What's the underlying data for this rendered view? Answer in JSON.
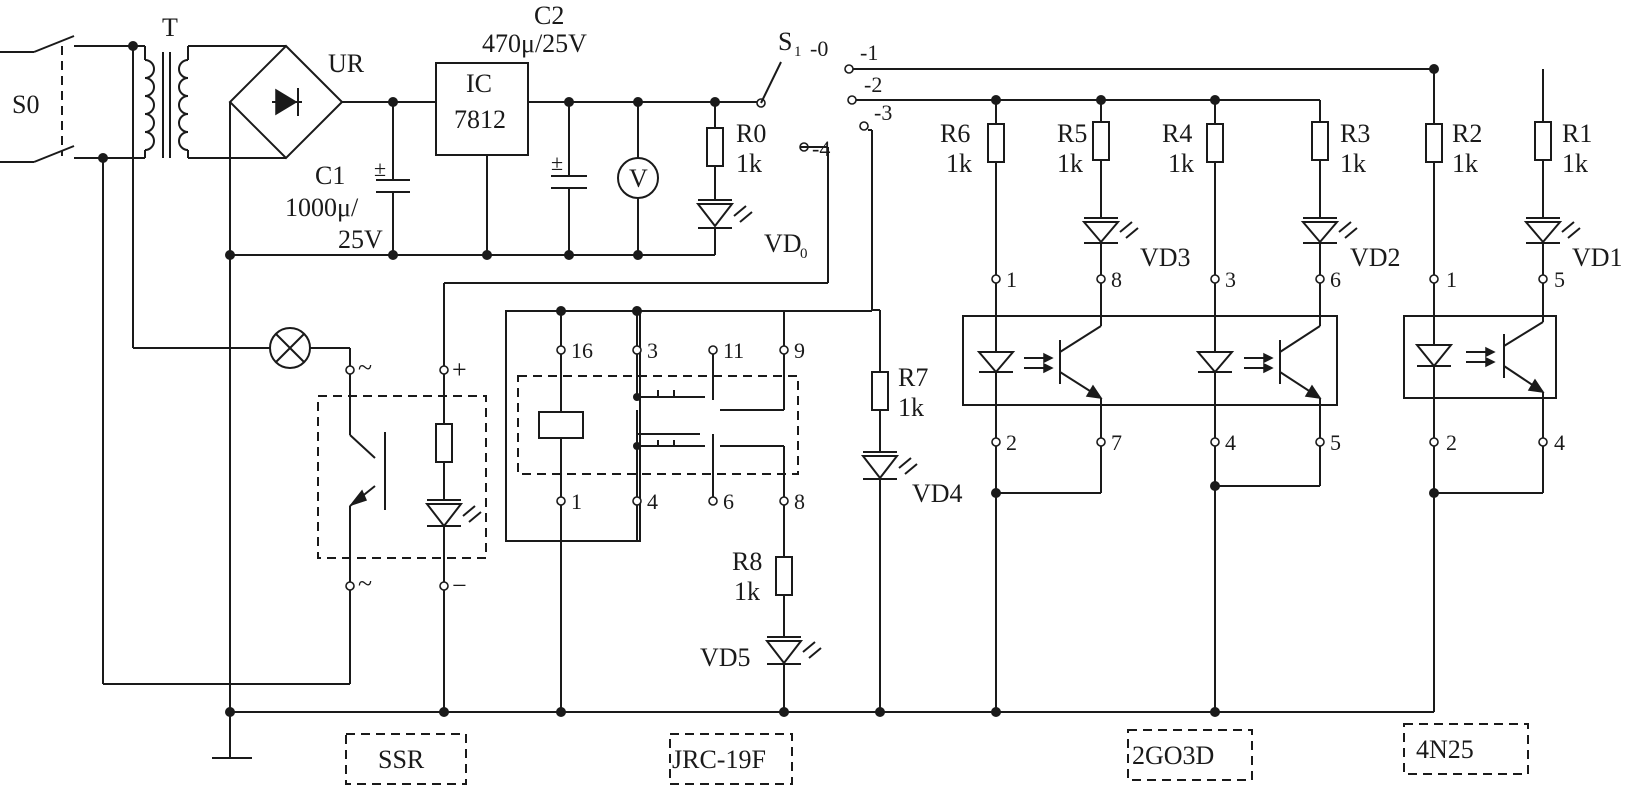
{
  "diagram": {
    "labels": {
      "s0": "S0",
      "t": "T",
      "ur": "UR",
      "c1": "C1",
      "c1_value": "1000μ/",
      "c1_voltage": "25V",
      "c2": "C2",
      "c2_value": "470μ/25V",
      "ic": "IC",
      "ic_part": "7812",
      "voltmeter": "V",
      "switch": "S",
      "switch_sub": "1",
      "pos0": "-0",
      "pos1": "-1",
      "pos2": "-2",
      "pos3": "-3",
      "pos4": "-4",
      "r0": "R0",
      "r0_val": "1k",
      "vd0": "VD",
      "vd0_sub": "0",
      "r1": "R1",
      "r1_val": "1k",
      "r2": "R2",
      "r2_val": "1k",
      "r3": "R3",
      "r3_val": "1k",
      "r4": "R4",
      "r4_val": "1k",
      "r5": "R5",
      "r5_val": "1k",
      "r6": "R6",
      "r6_val": "1k",
      "r7": "R7",
      "r7_val": "1k",
      "r8": "R8",
      "r8_val": "1k",
      "vd1": "VD1",
      "vd2": "VD2",
      "vd3": "VD3",
      "vd4": "VD4",
      "vd5": "VD5",
      "ssr_ac_top": "~",
      "ssr_ac_bot": "~",
      "ssr_plus": "+",
      "ssr_minus": "−",
      "relay_pins": [
        "16",
        "3",
        "11",
        "9",
        "1",
        "4",
        "6",
        "8"
      ],
      "opto_2go3d_pins": [
        "1",
        "8",
        "3",
        "6",
        "2",
        "7",
        "4",
        "5"
      ],
      "opto_4n25_pins": [
        "1",
        "5",
        "2",
        "4"
      ]
    },
    "modules": {
      "ssr": "SSR",
      "relay": "JRC-19F",
      "opto_dual": "2GO3D",
      "opto_single": "4N25"
    }
  }
}
